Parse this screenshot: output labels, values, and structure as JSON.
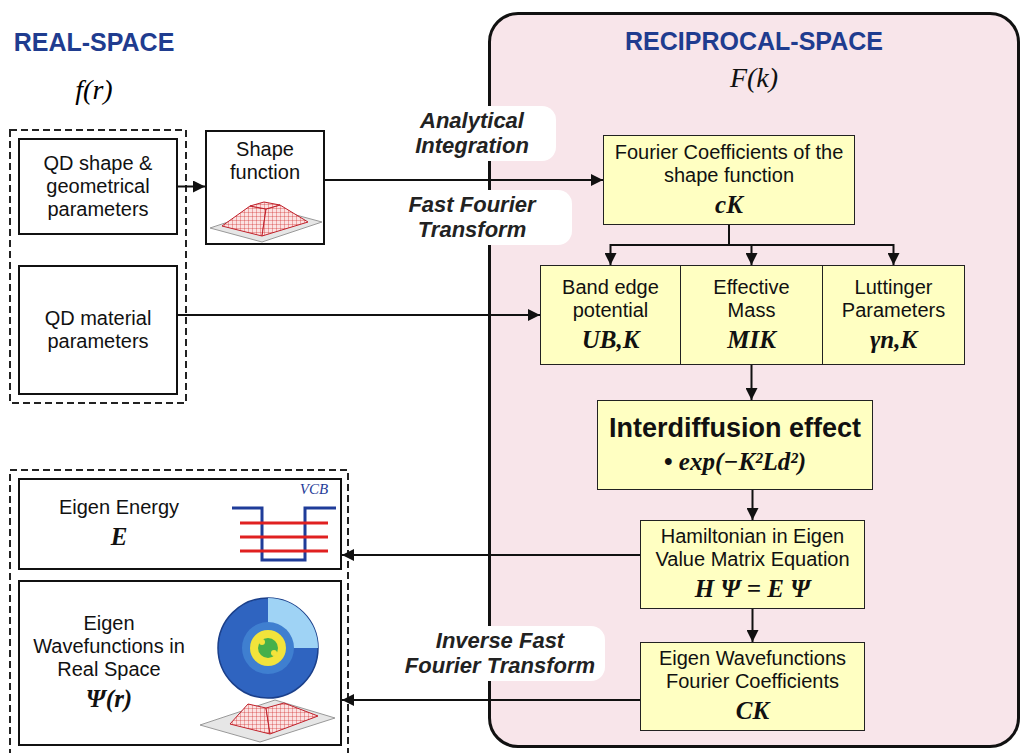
{
  "diagram": {
    "nodes": [
      {
        "text": [
          "QD shape & geometrical parameters"
        ]
      },
      {
        "text": [
          "QD material parameters"
        ]
      },
      {
        "text": [
          "Shape function"
        ]
      },
      {
        "text": [
          "RECIPROCAL-SPACE",
          "F(k)"
        ]
      },
      {
        "text": [
          "Fourier Coefficients of the shape function",
          "cK"
        ],
        "in": 3
      },
      {
        "text": [
          "Band edge potential",
          "UB,K"
        ],
        "in": 3
      },
      {
        "text": [
          "Effective Mass",
          "MIK"
        ],
        "in": 3
      },
      {
        "text": [
          "Luttinger Parameters",
          "γn,K"
        ],
        "in": 3
      },
      {
        "text": [
          "Interdiffusion effect",
          "• exp(−K²Ld²)"
        ],
        "in": 3
      },
      {
        "text": [
          "Hamiltonian in Eigen Value Matrix Equation",
          "H Ψ = E Ψ"
        ],
        "in": 3
      },
      {
        "text": [
          "Eigen Wavefunctions Fourier Coefficients",
          "CK"
        ],
        "in": 3
      },
      {
        "text": [
          "Eigen Energy",
          "E"
        ]
      },
      {
        "text": [
          "Eigen Wavefunctions in Real Space",
          "Ψ(r)"
        ]
      }
    ],
    "edges": [
      {
        "from": 0,
        "to": 2,
        "arrow": "to"
      },
      {
        "from": 2,
        "to": 4,
        "label": "Analytical Integration",
        "arrow": "to"
      },
      {
        "from": 4,
        "to": 5,
        "arrow": "to"
      },
      {
        "from": 4,
        "to": 6,
        "arrow": "to"
      },
      {
        "from": 4,
        "to": 7,
        "arrow": "to"
      },
      {
        "from": 1,
        "to": 5,
        "arrow": "to"
      },
      {
        "from": 6,
        "to": 8,
        "arrow": "to"
      },
      {
        "from": 8,
        "to": 9,
        "arrow": "to"
      },
      {
        "from": 9,
        "to": 11,
        "arrow": "to"
      },
      {
        "from": 9,
        "to": 10,
        "arrow": "to"
      },
      {
        "from": 10,
        "to": 12,
        "label": "Inverse Fast Fourier Transform",
        "arrow": "to"
      }
    ],
    "labels": [
      "REAL-SPACE",
      "f(r)",
      "Fast Fourier Transform",
      "VCB"
    ]
  }
}
